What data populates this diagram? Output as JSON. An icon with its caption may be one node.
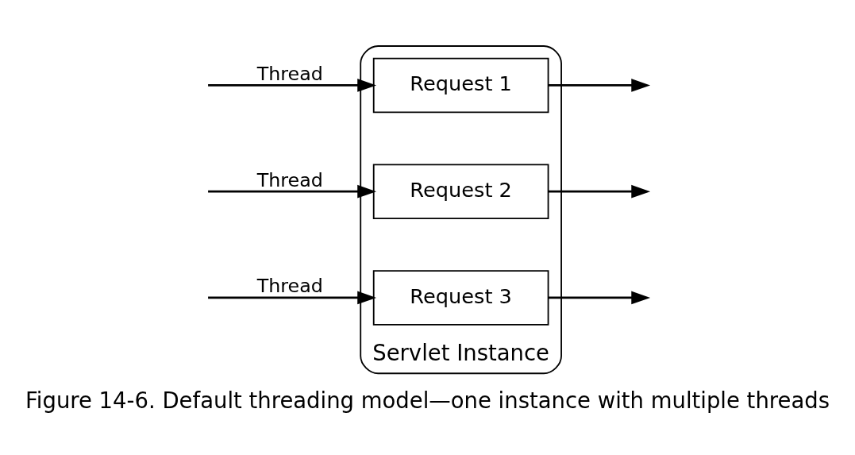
{
  "diagram": {
    "caption": "Figure 14-6. Default threading model—one instance with multiple threads",
    "nodes": [
      {
        "text": [
          "Servlet Instance"
        ]
      },
      {
        "text": [
          "Request 1"
        ],
        "in": 0
      },
      {
        "text": [
          "Request 2"
        ],
        "in": 0
      },
      {
        "text": [
          "Request 3"
        ],
        "in": 0
      }
    ],
    "edges": [
      {
        "from": null,
        "to": 1,
        "arrow": "to",
        "label": "Thread"
      },
      {
        "from": 1,
        "to": null,
        "arrow": "to"
      },
      {
        "from": null,
        "to": 2,
        "arrow": "to",
        "label": "Thread"
      },
      {
        "from": 2,
        "to": null,
        "arrow": "to"
      },
      {
        "from": null,
        "to": 3,
        "arrow": "to",
        "label": "Thread"
      },
      {
        "from": 3,
        "to": null,
        "arrow": "to"
      }
    ]
  }
}
